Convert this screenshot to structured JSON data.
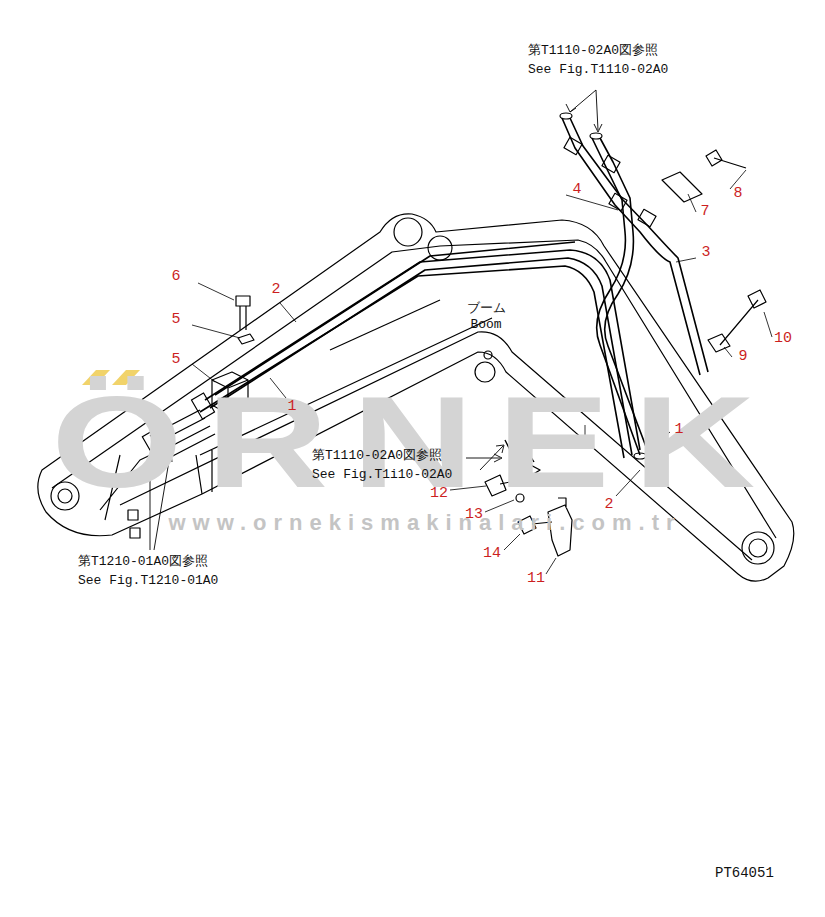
{
  "diagram": {
    "labels": [
      "ÖRNEK",
      "www.ornekismakinalari.com.tr",
      "第T1110-02A0図参照",
      "See Fig.T1110-02A0",
      "8",
      "7",
      "4",
      "3",
      "6",
      "2",
      "5",
      "5",
      "1",
      "10",
      "9",
      "ブーム",
      "Boom",
      "1",
      "第T1110-02A0図参照",
      "See Fig.T1i10-02A0",
      "2",
      "12",
      "13",
      "14",
      "11",
      "第T1210-01A0図参照",
      "See Fig.T1210-01A0",
      "PT64051"
    ]
  }
}
